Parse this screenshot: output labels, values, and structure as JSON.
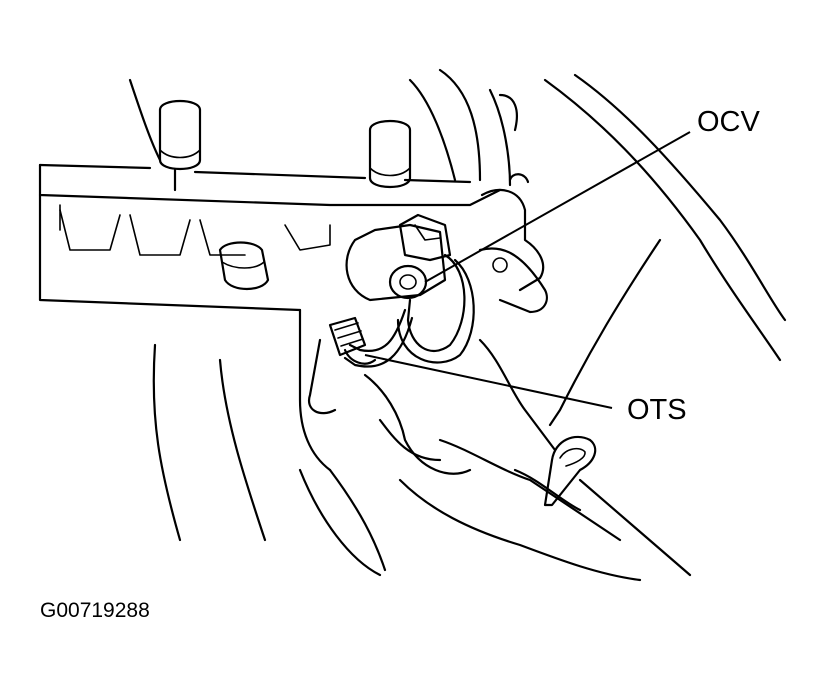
{
  "callouts": {
    "ocv": "OCV",
    "ots": "OTS"
  },
  "figure_id": "G00719288",
  "colors": {
    "ink": "#000000",
    "background": "#ffffff"
  }
}
